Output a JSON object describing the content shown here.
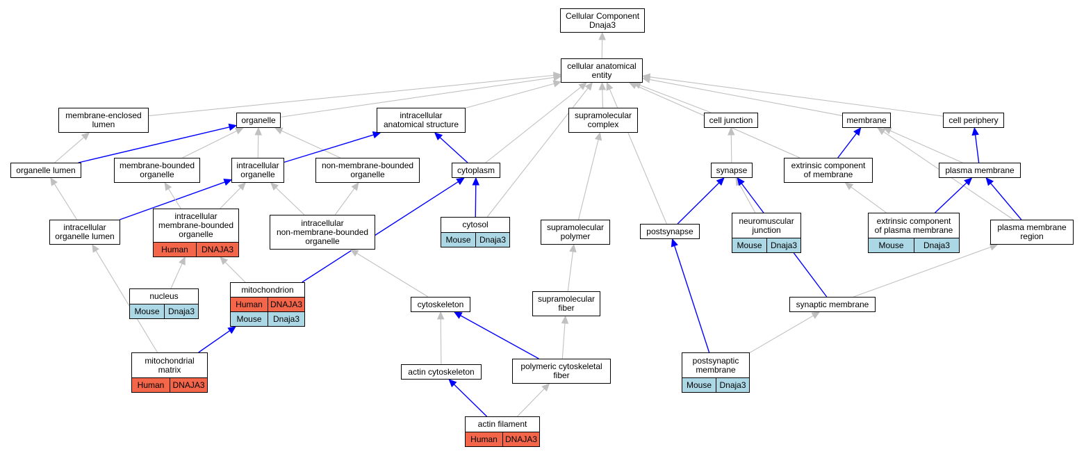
{
  "colors": {
    "is_a_edge": "#c0c0c0",
    "part_of_edge": "#0000ff",
    "human_annotation": "#f4664a",
    "mouse_annotation": "#acd8e6"
  },
  "nodes": [
    {
      "id": "root",
      "label": "Cellular Component\nDnaja3"
    },
    {
      "id": "cae",
      "label": "cellular anatomical\nentity"
    },
    {
      "id": "mel",
      "label": "membrane-enclosed\nlumen"
    },
    {
      "id": "organelle",
      "label": "organelle"
    },
    {
      "id": "ias",
      "label": "intracellular\nanatomical structure"
    },
    {
      "id": "smcomplex",
      "label": "supramolecular\ncomplex"
    },
    {
      "id": "celljunction",
      "label": "cell junction"
    },
    {
      "id": "membrane",
      "label": "membrane"
    },
    {
      "id": "cellperiphery",
      "label": "cell periphery"
    },
    {
      "id": "orglumen",
      "label": "organelle lumen"
    },
    {
      "id": "mbo",
      "label": "membrane-bounded\norganelle"
    },
    {
      "id": "intorg",
      "label": "intracellular\norganelle"
    },
    {
      "id": "nmbo",
      "label": "non-membrane-bounded\norganelle"
    },
    {
      "id": "cytoplasm",
      "label": "cytoplasm"
    },
    {
      "id": "synapse",
      "label": "synapse"
    },
    {
      "id": "extcompmem",
      "label": "extrinsic component\nof membrane"
    },
    {
      "id": "plasmamem",
      "label": "plasma membrane"
    },
    {
      "id": "intorglumen",
      "label": "intracellular\norganelle lumen"
    },
    {
      "id": "imbo",
      "label": "intracellular\nmembrane-bounded\norganelle",
      "annotations": [
        {
          "species": "Human",
          "gene": "DNAJA3"
        }
      ]
    },
    {
      "id": "inmbo",
      "label": "intracellular\nnon-membrane-bounded\norganelle"
    },
    {
      "id": "cytosol",
      "label": "cytosol",
      "annotations": [
        {
          "species": "Mouse",
          "gene": "Dnaja3"
        }
      ]
    },
    {
      "id": "smpolymer",
      "label": "supramolecular\npolymer"
    },
    {
      "id": "postsynapse",
      "label": "postsynapse"
    },
    {
      "id": "nmj",
      "label": "neuromuscular\njunction",
      "annotations": [
        {
          "species": "Mouse",
          "gene": "Dnaja3"
        }
      ]
    },
    {
      "id": "extcomppm",
      "label": "extrinsic component\nof plasma membrane",
      "annotations": [
        {
          "species": "Mouse",
          "gene": "Dnaja3"
        }
      ]
    },
    {
      "id": "pmregion",
      "label": "plasma membrane\nregion"
    },
    {
      "id": "nucleus",
      "label": "nucleus",
      "annotations": [
        {
          "species": "Mouse",
          "gene": "Dnaja3"
        }
      ]
    },
    {
      "id": "mito",
      "label": "mitochondrion",
      "annotations": [
        {
          "species": "Human",
          "gene": "DNAJA3"
        },
        {
          "species": "Mouse",
          "gene": "Dnaja3"
        }
      ]
    },
    {
      "id": "cytoskeleton",
      "label": "cytoskeleton"
    },
    {
      "id": "smfiber",
      "label": "supramolecular\nfiber"
    },
    {
      "id": "synmem",
      "label": "synaptic membrane"
    },
    {
      "id": "mitomatrix",
      "label": "mitochondrial\nmatrix",
      "annotations": [
        {
          "species": "Human",
          "gene": "DNAJA3"
        }
      ]
    },
    {
      "id": "actincsk",
      "label": "actin cytoskeleton"
    },
    {
      "id": "polycskfiber",
      "label": "polymeric cytoskeletal\nfiber"
    },
    {
      "id": "postsynmem",
      "label": "postsynaptic\nmembrane",
      "annotations": [
        {
          "species": "Mouse",
          "gene": "Dnaja3"
        }
      ]
    },
    {
      "id": "actinfil",
      "label": "actin filament",
      "annotations": [
        {
          "species": "Human",
          "gene": "DNAJA3"
        }
      ]
    }
  ],
  "edges": [
    {
      "from": "cae",
      "to": "root",
      "type": "is_a"
    },
    {
      "from": "mel",
      "to": "cae",
      "type": "is_a"
    },
    {
      "from": "organelle",
      "to": "cae",
      "type": "is_a"
    },
    {
      "from": "ias",
      "to": "cae",
      "type": "is_a"
    },
    {
      "from": "smcomplex",
      "to": "cae",
      "type": "is_a"
    },
    {
      "from": "celljunction",
      "to": "cae",
      "type": "is_a"
    },
    {
      "from": "membrane",
      "to": "cae",
      "type": "is_a"
    },
    {
      "from": "cellperiphery",
      "to": "cae",
      "type": "is_a"
    },
    {
      "from": "cytoplasm",
      "to": "cae",
      "type": "is_a"
    },
    {
      "from": "cytosol",
      "to": "cae",
      "type": "is_a"
    },
    {
      "from": "postsynapse",
      "to": "cae",
      "type": "is_a"
    },
    {
      "from": "extcompmem",
      "to": "cae",
      "type": "is_a"
    },
    {
      "from": "orglumen",
      "to": "mel",
      "type": "is_a"
    },
    {
      "from": "orglumen",
      "to": "organelle",
      "type": "part_of"
    },
    {
      "from": "mbo",
      "to": "organelle",
      "type": "is_a"
    },
    {
      "from": "intorg",
      "to": "organelle",
      "type": "is_a"
    },
    {
      "from": "nmbo",
      "to": "organelle",
      "type": "is_a"
    },
    {
      "from": "intorg",
      "to": "ias",
      "type": "part_of"
    },
    {
      "from": "cytoplasm",
      "to": "ias",
      "type": "part_of"
    },
    {
      "from": "smpolymer",
      "to": "smcomplex",
      "type": "is_a"
    },
    {
      "from": "synapse",
      "to": "celljunction",
      "type": "is_a"
    },
    {
      "from": "extcompmem",
      "to": "membrane",
      "type": "part_of"
    },
    {
      "from": "plasmamem",
      "to": "membrane",
      "type": "is_a"
    },
    {
      "from": "pmregion",
      "to": "membrane",
      "type": "is_a"
    },
    {
      "from": "plasmamem",
      "to": "cellperiphery",
      "type": "part_of"
    },
    {
      "from": "intorglumen",
      "to": "orglumen",
      "type": "is_a"
    },
    {
      "from": "intorglumen",
      "to": "intorg",
      "type": "part_of"
    },
    {
      "from": "imbo",
      "to": "mbo",
      "type": "is_a"
    },
    {
      "from": "imbo",
      "to": "intorg",
      "type": "is_a"
    },
    {
      "from": "inmbo",
      "to": "intorg",
      "type": "is_a"
    },
    {
      "from": "inmbo",
      "to": "nmbo",
      "type": "is_a"
    },
    {
      "from": "cytosol",
      "to": "cytoplasm",
      "type": "part_of"
    },
    {
      "from": "mito",
      "to": "cytoplasm",
      "type": "part_of"
    },
    {
      "from": "postsynapse",
      "to": "synapse",
      "type": "part_of"
    },
    {
      "from": "nmj",
      "to": "synapse",
      "type": "is_a"
    },
    {
      "from": "synmem",
      "to": "synapse",
      "type": "part_of"
    },
    {
      "from": "extcomppm",
      "to": "extcompmem",
      "type": "is_a"
    },
    {
      "from": "extcomppm",
      "to": "plasmamem",
      "type": "part_of"
    },
    {
      "from": "pmregion",
      "to": "plasmamem",
      "type": "part_of"
    },
    {
      "from": "synmem",
      "to": "pmregion",
      "type": "is_a"
    },
    {
      "from": "nucleus",
      "to": "imbo",
      "type": "is_a"
    },
    {
      "from": "mito",
      "to": "imbo",
      "type": "is_a"
    },
    {
      "from": "cytoskeleton",
      "to": "inmbo",
      "type": "is_a"
    },
    {
      "from": "smfiber",
      "to": "smpolymer",
      "type": "is_a"
    },
    {
      "from": "mitomatrix",
      "to": "intorglumen",
      "type": "is_a"
    },
    {
      "from": "mitomatrix",
      "to": "mito",
      "type": "part_of"
    },
    {
      "from": "actincsk",
      "to": "cytoskeleton",
      "type": "is_a"
    },
    {
      "from": "polycskfiber",
      "to": "cytoskeleton",
      "type": "part_of"
    },
    {
      "from": "polycskfiber",
      "to": "smfiber",
      "type": "is_a"
    },
    {
      "from": "postsynmem",
      "to": "postsynapse",
      "type": "part_of"
    },
    {
      "from": "postsynmem",
      "to": "synmem",
      "type": "is_a"
    },
    {
      "from": "actinfil",
      "to": "actincsk",
      "type": "part_of"
    },
    {
      "from": "actinfil",
      "to": "polycskfiber",
      "type": "is_a"
    }
  ]
}
